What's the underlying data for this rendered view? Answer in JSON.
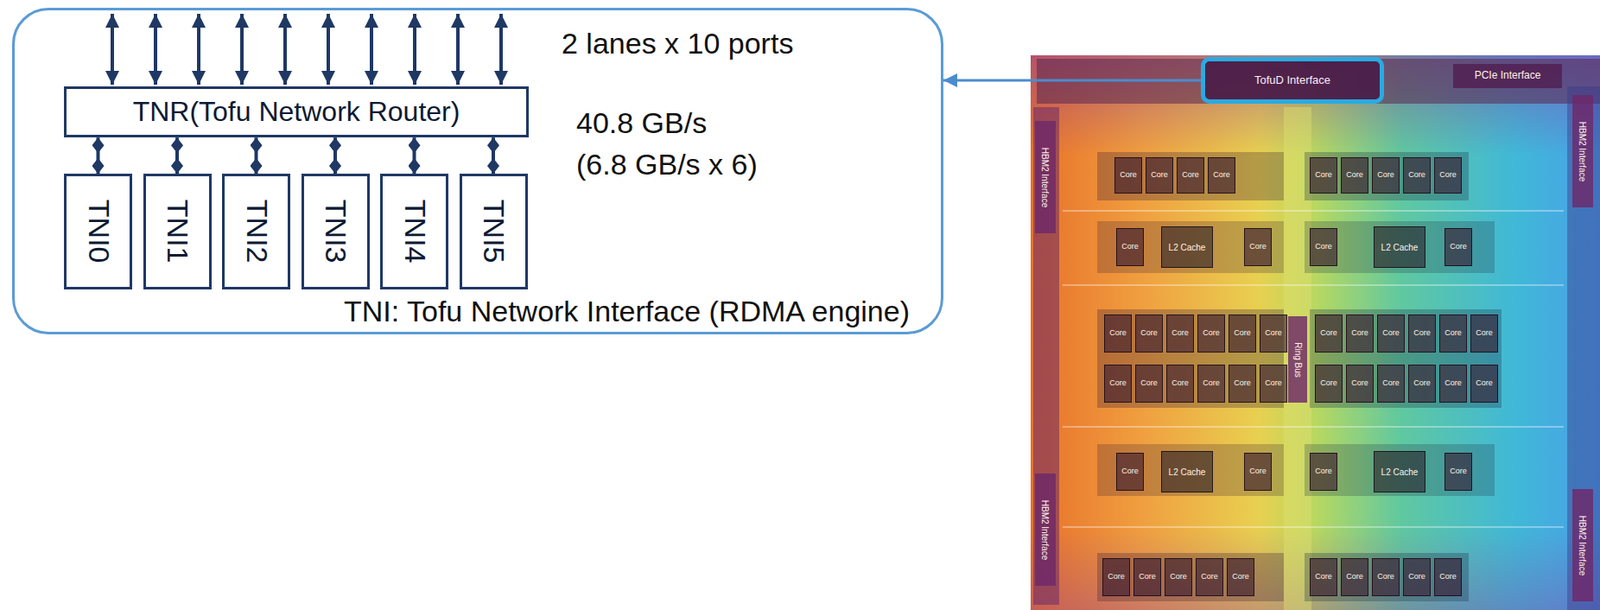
{
  "diagram": {
    "nodes": [
      {
        "text": [
          "2 lanes x 10 ports",
          "40.8 GB/s",
          "(6.8 GB/s x 6)",
          "TNI: Tofu Network Interface (RDMA engine)"
        ]
      },
      {
        "text": [
          "TNR(Tofu Network Router)"
        ],
        "in": 0
      },
      {
        "text": [
          "TNI0"
        ],
        "in": 0
      },
      {
        "text": [
          "TNI1"
        ],
        "in": 0
      },
      {
        "text": [
          "TNI2"
        ],
        "in": 0
      },
      {
        "text": [
          "TNI3"
        ],
        "in": 0
      },
      {
        "text": [
          "TNI4"
        ],
        "in": 0
      },
      {
        "text": [
          "TNI5"
        ],
        "in": 0
      },
      {
        "text": [
          "TofuD Interface"
        ]
      }
    ],
    "edges": [
      {
        "from": 1,
        "to": 2,
        "arrow": "both"
      },
      {
        "from": 1,
        "to": 3,
        "arrow": "both"
      },
      {
        "from": 1,
        "to": 4,
        "arrow": "both"
      },
      {
        "from": 1,
        "to": 5,
        "arrow": "both"
      },
      {
        "from": 1,
        "to": 6,
        "arrow": "both"
      },
      {
        "from": 1,
        "to": 7,
        "arrow": "both"
      },
      {
        "from": 8,
        "to": 0,
        "arrow": "to"
      }
    ],
    "labels": [
      "PCIe Interface",
      "HBM2 Interface",
      "HBM2 Interface",
      "HBM2 Interface",
      "HBM2 Interface",
      "Core",
      "Core",
      "Core",
      "Core",
      "Core",
      "Core",
      "Core",
      "Core",
      "Core",
      "Core",
      "L2 Cache",
      "Core",
      "Core",
      "L2 Cache",
      "Core",
      "Core",
      "Core",
      "Core",
      "Core",
      "Core",
      "Core",
      "Ring Bus",
      "Core",
      "Core",
      "Core",
      "Core",
      "Core",
      "Core",
      "Core",
      "Core",
      "Core",
      "Core",
      "Core",
      "Core",
      "Core",
      "Core",
      "Core",
      "Core",
      "Core",
      "Core",
      "Core",
      "L2 Cache",
      "Core",
      "Core",
      "L2 Cache",
      "Core",
      "Core",
      "Core",
      "Core",
      "Core",
      "Core",
      "Core",
      "Core",
      "Core",
      "Core",
      "Core"
    ]
  }
}
